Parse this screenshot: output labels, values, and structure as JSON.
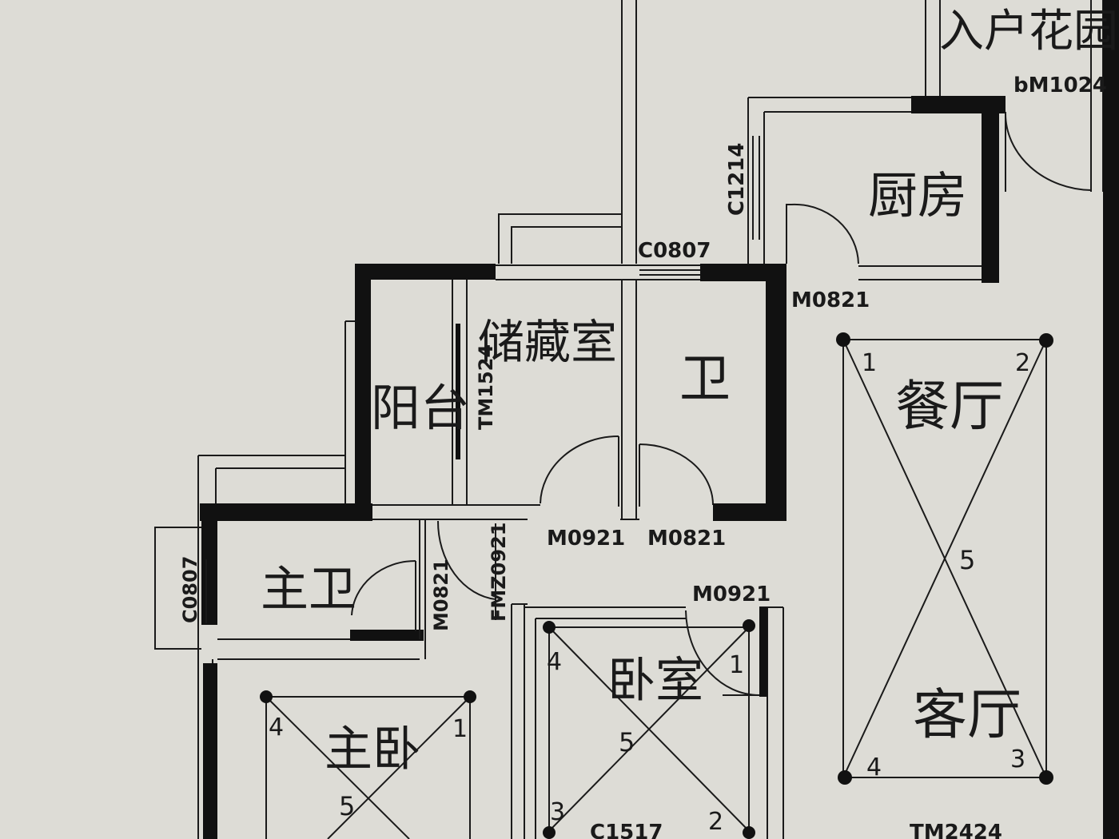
{
  "colors": {
    "paper": "#d9d8d1",
    "line": "#1a1a1a",
    "wall": "#111111"
  },
  "rooms": {
    "entry_garden": "入户花园",
    "kitchen": "厨房",
    "storage": "储藏室",
    "balcony": "阳台",
    "bath": "卫",
    "dining": "餐厅",
    "living": "客厅",
    "master_bath": "主卫",
    "bedroom": "卧室",
    "master_bedroom": "主卧"
  },
  "codes": {
    "bm1024": "bM1024",
    "c1214": "C1214",
    "c0807_top": "C0807",
    "m0821_kitchen": "M0821",
    "tm1524": "TM1524",
    "m0921_storage": "M0921",
    "m0821_bath": "M0821",
    "c0807_left": "C0807",
    "m0821_vertical": "M0821",
    "fm_z0921": "FMZ0921",
    "m0921_bedroom": "M0921",
    "c1517": "C1517",
    "tm2424": "TM2424"
  },
  "markers": {
    "living_1": "1",
    "living_2": "2",
    "living_3": "3",
    "living_4": "4",
    "living_5": "5",
    "bedroom_1": "1",
    "bedroom_2": "2",
    "bedroom_3": "3",
    "bedroom_4": "4",
    "bedroom_5": "5",
    "master_1": "1",
    "master_4": "4",
    "master_5": "5"
  }
}
